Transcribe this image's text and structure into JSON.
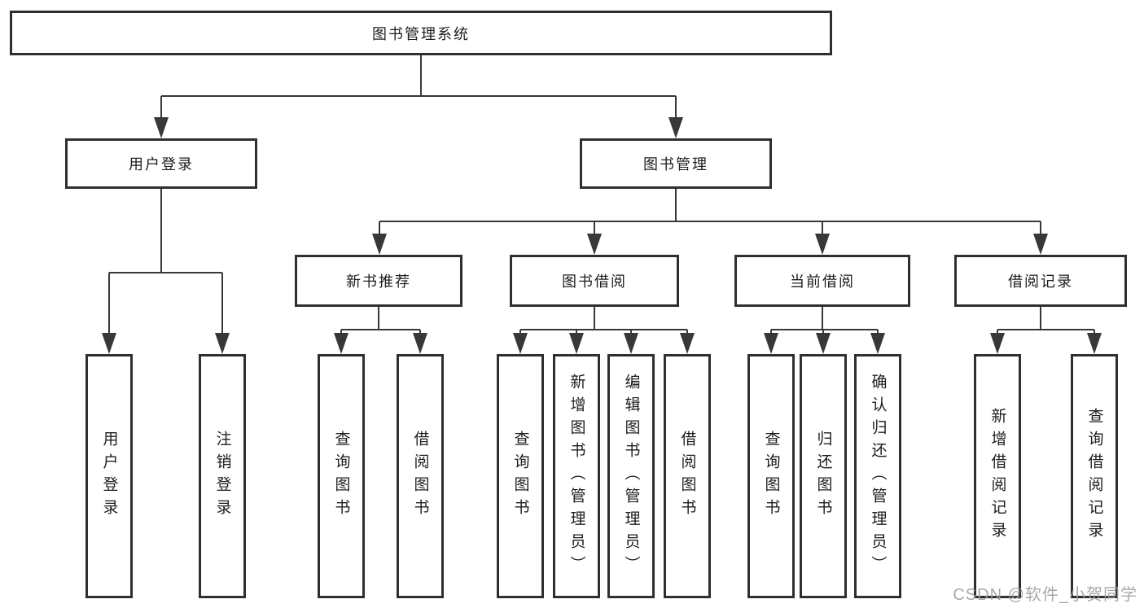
{
  "tree": {
    "root": {
      "label": "图书管理系统",
      "children": [
        {
          "label": "用户登录",
          "children": [
            {
              "label": "用户登录"
            },
            {
              "label": "注销登录"
            }
          ]
        },
        {
          "label": "图书管理",
          "children": [
            {
              "label": "新书推荐",
              "children": [
                {
                  "label": "查询图书"
                },
                {
                  "label": "借阅图书"
                }
              ]
            },
            {
              "label": "图书借阅",
              "children": [
                {
                  "label": "查询图书"
                },
                {
                  "label": "新增图书（管理员）"
                },
                {
                  "label": "编辑图书（管理员）"
                },
                {
                  "label": "借阅图书"
                }
              ]
            },
            {
              "label": "当前借阅",
              "children": [
                {
                  "label": "查询图书"
                },
                {
                  "label": "归还图书"
                },
                {
                  "label": "确认归还（管理员）"
                }
              ]
            },
            {
              "label": "借阅记录",
              "children": [
                {
                  "label": "新增借阅记录"
                },
                {
                  "label": "查询借阅记录"
                }
              ]
            }
          ]
        }
      ]
    }
  },
  "watermark": "CSDN @软件_小贺同学",
  "colors": {
    "line": "#383838",
    "box_border": "#2f2f2f",
    "text": "#1d1d1d",
    "watermark": "#9e9e9e",
    "background": "#ffffff"
  }
}
